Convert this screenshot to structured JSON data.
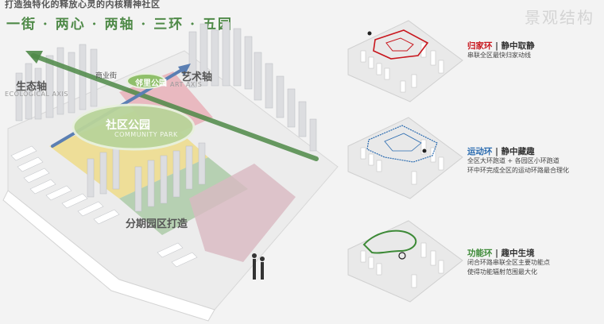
{
  "header": {
    "subtitle": "打造独特化的释放心灵的内核精神社区",
    "main_title": "一街 · 两心 · 两轴 · 三环 · 五园"
  },
  "corner_title": "景观结构",
  "map": {
    "ecology_axis_label": "生态轴",
    "ecology_axis_sub": "ECOLOGICAL AXIS",
    "street_label": "商业街",
    "neighborhood_park_label": "邻里公园",
    "art_axis_label": "艺术轴",
    "art_axis_sub": "ART AXIS",
    "community_park_label": "社区公园",
    "community_park_sub": "COMMUNITY PARK",
    "phased_label": "分期园区打造"
  },
  "rings": [
    {
      "title_hl": "归家环",
      "title_rest": " | 静中取静",
      "desc": [
        "串联全区最快归家动线"
      ]
    },
    {
      "title_hl": "运动环",
      "title_rest": " | 静中藏趣",
      "desc": [
        "全区大环跑道 + 各园区小环跑道",
        "环中环完成全区的运动环路最合理化"
      ]
    },
    {
      "title_hl": "功能环",
      "title_rest": " | 趣中生境",
      "desc": [
        "闭合环路串联全区主要功能点",
        "使得功能辐射范围最大化"
      ]
    }
  ],
  "colors": {
    "accent_green": "#4f8a48",
    "home_ring": "#c8161d",
    "sport_ring": "#2a6bb0",
    "function_ring": "#3d8a37",
    "zone_yellow": "#eedc8a",
    "zone_green": "#a9c9a4",
    "zone_pink": "#e9b0b8",
    "zone_mauve": "#d9b9c2"
  }
}
